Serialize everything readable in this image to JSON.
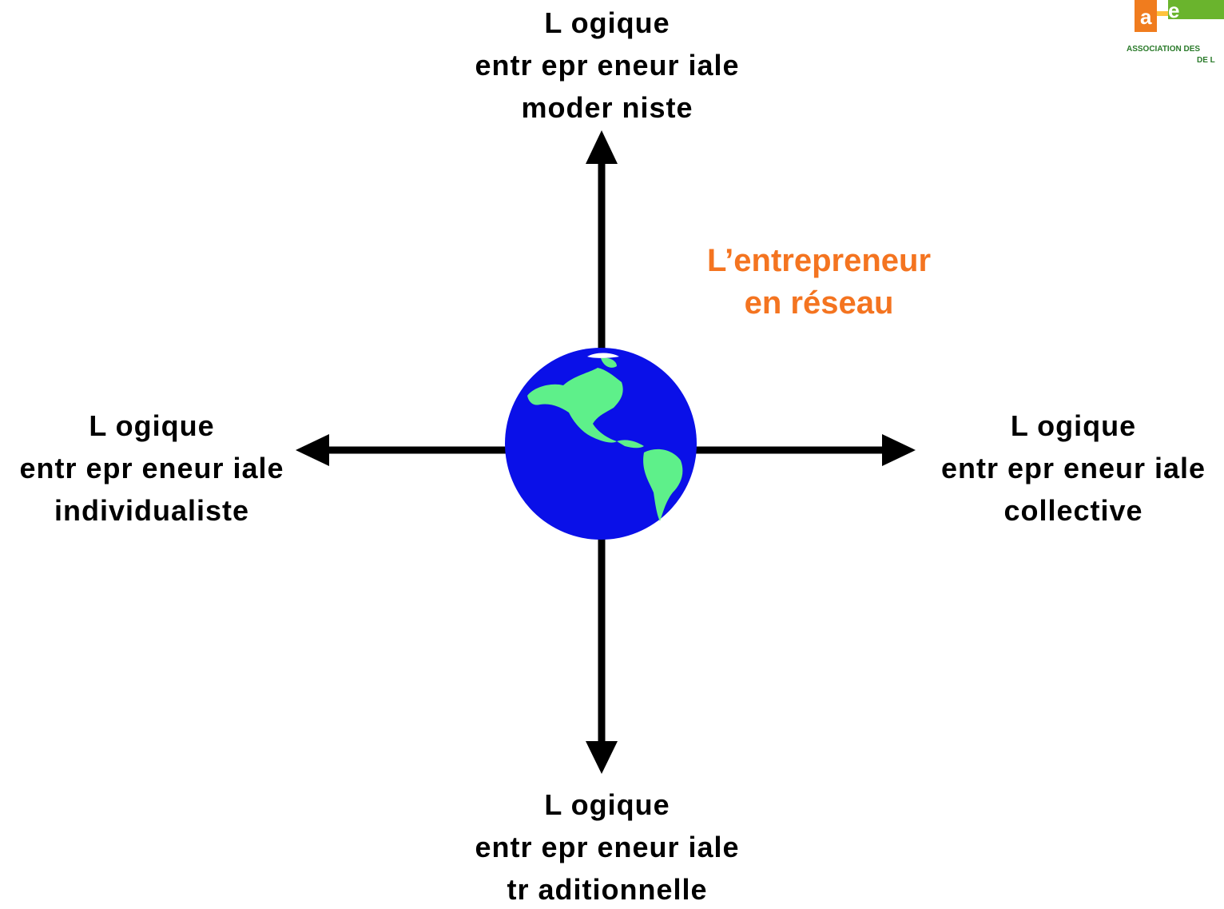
{
  "diagram": {
    "axis_top": [
      "L ogique",
      "entr epr eneur iale",
      "moder niste"
    ],
    "axis_left": [
      "L ogique",
      "entr epr eneur iale",
      "individualiste"
    ],
    "axis_right": [
      "L ogique",
      "entr epr eneur iale",
      "collective"
    ],
    "axis_bottom": [
      "L ogique",
      "entr epr eneur iale",
      "tr aditionnelle"
    ],
    "highlight": [
      "L’entrepreneur",
      "en réseau"
    ],
    "center_icon": "globe-icon"
  },
  "logo": {
    "text_visible": [
      "ASSOCIATION DES",
      "DE L"
    ],
    "letters": [
      "a",
      "e"
    ],
    "colors": {
      "orange": "#f07c1e",
      "green": "#6ab42d"
    }
  },
  "colors": {
    "text": "#000000",
    "highlight": "#f47420",
    "globe_ocean": "#0a10e8",
    "globe_land": "#5ef08a",
    "arrow": "#000000"
  }
}
